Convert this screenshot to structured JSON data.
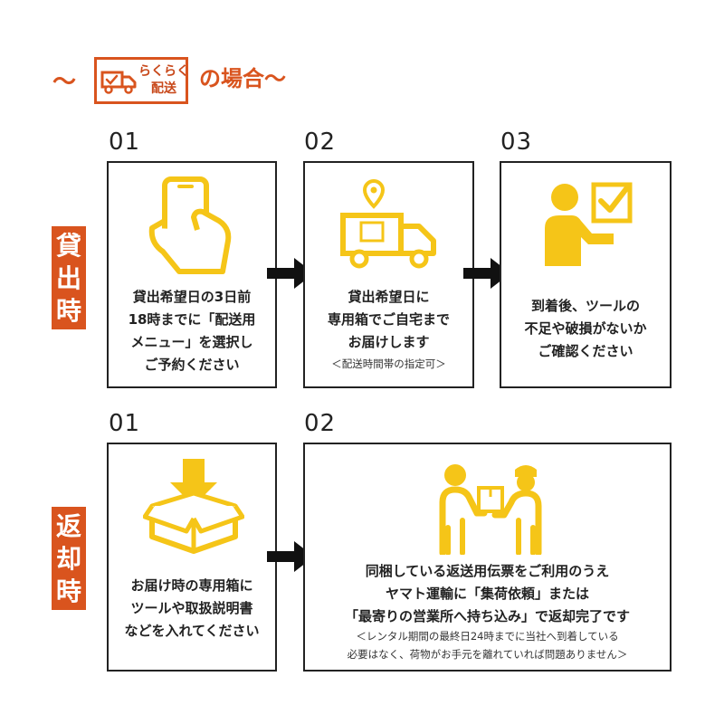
{
  "header": {
    "tilde_left": "〜",
    "logo_line1": "らくらく",
    "logo_line2": "配送",
    "suffix": "の場合〜"
  },
  "rental": {
    "label": [
      "貸",
      "出",
      "時"
    ],
    "steps": [
      {
        "num": "01",
        "lines": [
          "貸出希望日の3日前",
          "18時までに「配送用",
          "メニュー」を選択し",
          "ご予約ください"
        ]
      },
      {
        "num": "02",
        "lines": [
          "貸出希望日に",
          "専用箱でご自宅まで",
          "お届けします"
        ],
        "note": "＜配送時間帯の指定可＞"
      },
      {
        "num": "03",
        "lines": [
          "到着後、ツールの",
          "不足や破損がないか",
          "ご確認ください"
        ]
      }
    ]
  },
  "return": {
    "label": [
      "返",
      "却",
      "時"
    ],
    "steps": [
      {
        "num": "01",
        "lines": [
          "お届け時の専用箱に",
          "ツールや取扱説明書",
          "などを入れてください"
        ]
      },
      {
        "num": "02",
        "lines": [
          "同梱している返送用伝票をご利用のうえ",
          "ヤマト運輸に「集荷依頼」または",
          "「最寄りの営業所へ持ち込み」で返却完了です"
        ],
        "notes": [
          "＜レンタル期間の最終日24時までに当社へ到着している",
          "必要はなく、荷物がお手元を離れていれば問題ありません＞"
        ]
      }
    ]
  },
  "colors": {
    "accent": "#d9541e",
    "icon": "#f5c518",
    "text": "#222222"
  },
  "icons": [
    "truck-icon",
    "smartphone-hand-icon",
    "delivery-truck-pin-icon",
    "person-checklist-icon",
    "box-down-arrow-icon",
    "handover-package-icon",
    "right-arrow-icon"
  ]
}
